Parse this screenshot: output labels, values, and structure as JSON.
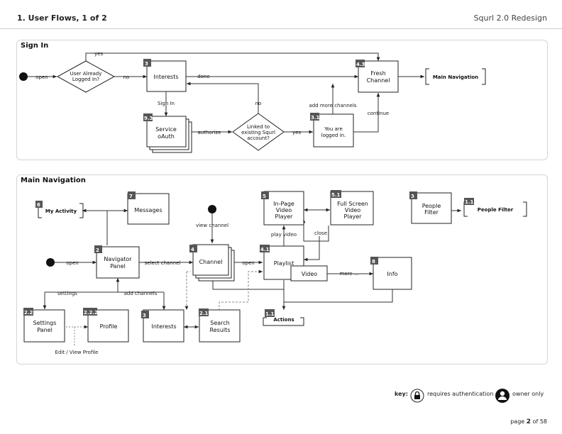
{
  "header": {
    "title": "1. User Flows, 1 of 2",
    "project": "Squrl 2.0 Redesign"
  },
  "signin": {
    "title": "Sign In",
    "start_label": "open",
    "decision1": [
      "User Already",
      "Logged In?"
    ],
    "yes_top": "yes",
    "no1": "no",
    "interests": {
      "num": "3",
      "label": "Interests"
    },
    "done": "done",
    "fresh": {
      "num": "4.3",
      "lines": [
        "Fresh",
        "Channel"
      ]
    },
    "mainnav_link": "Main Navigation",
    "signin_label": "Sign In",
    "oauth": {
      "num": "9.3",
      "lines": [
        "Service",
        "oAuth"
      ]
    },
    "authorize": "authorize",
    "decision2": [
      "Linked to",
      "existing Squrl",
      "account?"
    ],
    "no2": "no",
    "yes2": "yes",
    "loggedin": {
      "num": "3.1",
      "lines": [
        "You are",
        "logged in."
      ]
    },
    "add_more": "add more channels",
    "continue": "continue"
  },
  "mainnav": {
    "title": "Main Navigation",
    "myactivity": {
      "num": "6",
      "label": "My Activity"
    },
    "messages": {
      "num": "7",
      "label": "Messages"
    },
    "view_channel": "view channel",
    "inpage": {
      "num": "5",
      "lines": [
        "In-Page",
        "Video",
        "Player"
      ]
    },
    "fullscreen": {
      "num": "5.1",
      "lines": [
        "Full Screen",
        "Video",
        "Player"
      ]
    },
    "people": {
      "num": "3",
      "lines": [
        "People",
        "Filter"
      ]
    },
    "peoplefilter": {
      "num": "1.1",
      "label": "People Filter"
    },
    "play_video": "play video",
    "close": "close",
    "open_left": "open",
    "navigator": {
      "num": "2",
      "lines": [
        "Navigator",
        "Panel"
      ]
    },
    "select_channel": "select channel",
    "channel": {
      "num": "4",
      "label": "Channel"
    },
    "open_mid": "open",
    "playlist": {
      "num": "4.1",
      "label": "Playlist"
    },
    "video": "Video",
    "more": "more ...",
    "info": {
      "num": "8",
      "label": "Info"
    },
    "settings_lbl": "settings",
    "add_channels": "add channels",
    "settings": {
      "num": "2.2",
      "lines": [
        "Settings",
        "Panel"
      ]
    },
    "profile": {
      "num": "2.2.2",
      "label": "Profile"
    },
    "interests": {
      "num": "3",
      "label": "Interests"
    },
    "search": {
      "num": "2.1",
      "lines": [
        "Search",
        "Results"
      ]
    },
    "actions": {
      "num": "1.1",
      "label": "Actions"
    },
    "edit_profile": "Edit / View Profile"
  },
  "key": {
    "label": "key:",
    "auth": "requires authentication",
    "owner": "owner only"
  },
  "page": {
    "prefix": "page",
    "num": "2",
    "suffix": "of 58"
  }
}
